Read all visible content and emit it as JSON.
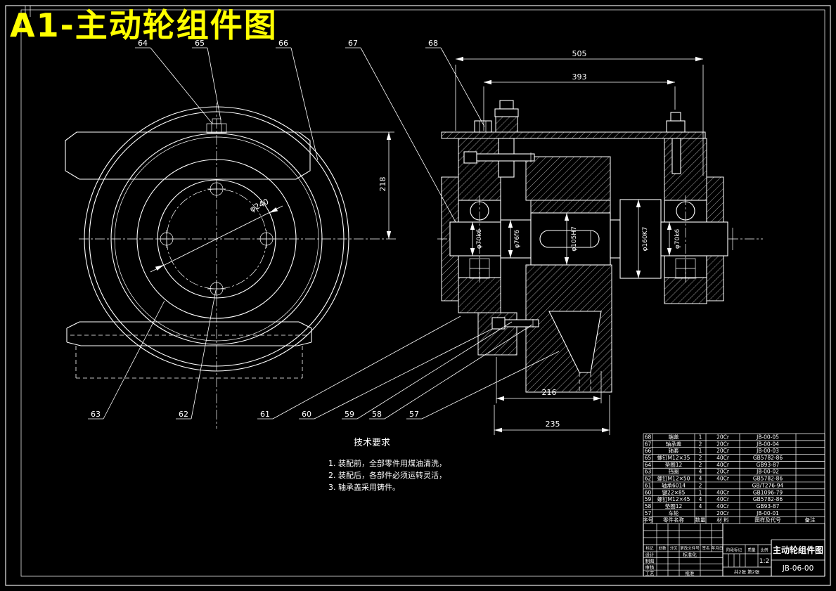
{
  "sheet": {
    "title": "A1-主动轮组件图",
    "title_color": "#ffff00"
  },
  "views": {
    "dims": {
      "d505": "505",
      "d393": "393",
      "d218": "218",
      "d240": "φ240",
      "d216": "216",
      "d235": "235"
    },
    "shaft_labels": [
      "φ70k6",
      "φ76f6",
      "φ105H7",
      "φ160K7",
      "φ70k6"
    ],
    "callouts_top": [
      "64",
      "65",
      "66",
      "67",
      "68"
    ],
    "callouts_bottom": [
      "63",
      "62",
      "61",
      "60",
      "59",
      "58",
      "57"
    ]
  },
  "tech_requirements": {
    "title": "技术要求",
    "lines": [
      "1. 装配前，全部零件用煤油清洗，",
      "2. 装配后，各部件必须运转灵活，",
      "3. 轴承盖采用铸件。"
    ]
  },
  "bom": {
    "headers": [
      "序号",
      "零件名称",
      "数量",
      "材  料",
      "图样及代号",
      "备注"
    ],
    "rows": [
      [
        "68",
        "端盖",
        "1",
        "20Cr",
        "JB-00-05",
        ""
      ],
      [
        "67",
        "轴承盖",
        "2",
        "20Cr",
        "JB-00-04",
        ""
      ],
      [
        "66",
        "轴套",
        "1",
        "20Cr",
        "JB-00-03",
        ""
      ],
      [
        "65",
        "螺钉M12×35",
        "2",
        "40Cr",
        "GB5782-86",
        ""
      ],
      [
        "64",
        "垫圈12",
        "2",
        "40Cr",
        "GB93-87",
        ""
      ],
      [
        "63",
        "挡圈",
        "4",
        "20Cr",
        "JB-00-02",
        ""
      ],
      [
        "62",
        "螺钉M12×50",
        "4",
        "40Cr",
        "GB5782-86",
        ""
      ],
      [
        "61",
        "轴承6014",
        "2",
        "",
        "GB/T276-94",
        ""
      ],
      [
        "60",
        "键22×85",
        "1",
        "40Cr",
        "GB1096-79",
        ""
      ],
      [
        "59",
        "螺钉M12×45",
        "4",
        "40Cr",
        "GB5782-86",
        ""
      ],
      [
        "58",
        "垫圈12",
        "4",
        "40Cr",
        "GB93-87",
        ""
      ],
      [
        "57",
        "车轮",
        "",
        "20Cr",
        "JB-00-01",
        ""
      ]
    ]
  },
  "title_block": {
    "rev_headers": [
      "标记",
      "处数",
      "分区",
      "更改文件号",
      "签名",
      "年月日"
    ],
    "roles": [
      "设计",
      "制图",
      "审核",
      "工艺"
    ],
    "standardization": "标准化",
    "approval": "批准",
    "stage_label": "阶段标记",
    "weight_label": "质量",
    "scale_label": "比例",
    "scale_value": "1:2",
    "sheet_info": "共2张 第2张",
    "drawing_title": "主动轮组件图",
    "drawing_number": "JB-06-00"
  }
}
